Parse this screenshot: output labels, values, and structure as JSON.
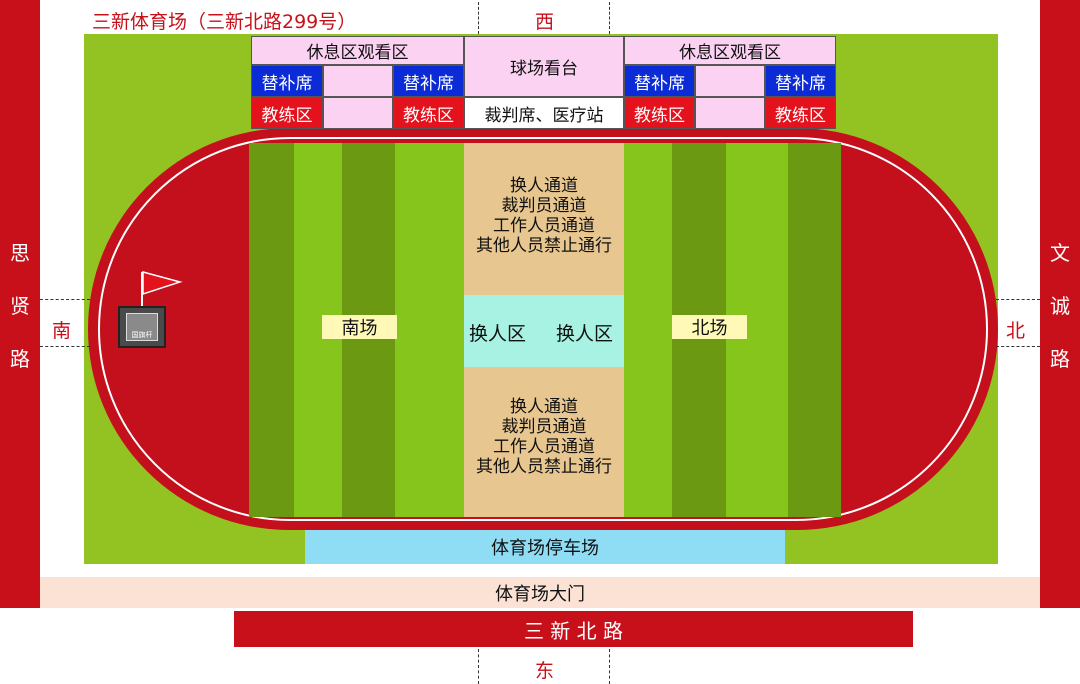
{
  "header": {
    "title": "三新体育场（三新北路299号）"
  },
  "directions": {
    "west": "西",
    "east": "东",
    "south": "南",
    "north": "北"
  },
  "roads": {
    "left": [
      "思",
      "贤",
      "路"
    ],
    "right": [
      "文",
      "诚",
      "路"
    ],
    "bottom": "三 新 北 路"
  },
  "stands": {
    "viewing_area": "休息区观看区",
    "main_stand": "球场看台",
    "bench": "替补席",
    "coach_area": "教练区",
    "referee_medical": "裁判席、医疗站"
  },
  "field": {
    "south_label": "南场",
    "north_label": "北场",
    "corridor_lines": [
      "换人通道",
      "裁判员通道",
      "工作人员通道",
      "其他人员禁止通行"
    ],
    "sub_zone": "换人区"
  },
  "facilities": {
    "parking": "体育场停车场",
    "gate": "体育场大门",
    "flag_caption": "国旗杆"
  },
  "colors": {
    "road_red": "#c8101b",
    "track_red": "#c3101c",
    "grass_outer": "#93c323",
    "stripe_dark": "#6b9a12",
    "stripe_light": "#86c51c",
    "corridor": "#e8c690",
    "sub_zone": "#a7f2e2",
    "parking": "#8fdcf5",
    "gate_band": "#fbe2d5"
  }
}
